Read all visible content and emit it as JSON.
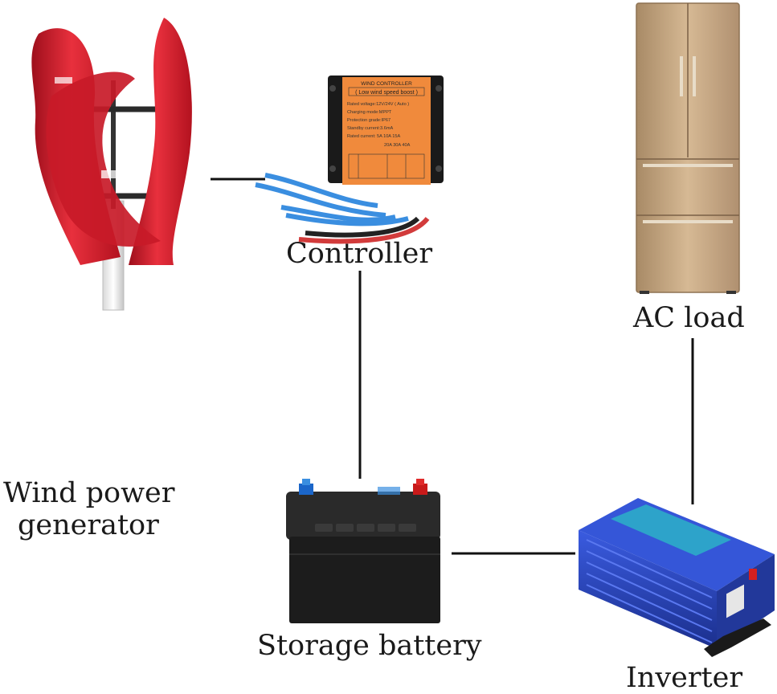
{
  "labels": {
    "controller": "Controller",
    "ac_load": "AC load",
    "wind_line1": "Wind power",
    "wind_line2": "generator",
    "battery": "Storage battery",
    "inverter": "Inverter"
  },
  "controller_panel": {
    "title": "WIND CONTROLLER",
    "subtitle": "( Low wind speed boost )",
    "specs": [
      "Rated voltage:12V/24V ( Auto )",
      "Charging mode:MPPT",
      "Protection grade:IP67",
      "Standby current:3.6mA",
      "Rated current: 5A  10A  15A",
      "20A  30A  40A"
    ]
  },
  "colors": {
    "turbine_red": "#d8202e",
    "controller_orange": "#f08a3c",
    "inverter_blue": "#2a45b8",
    "battery_black": "#1c1c1c",
    "fridge_gold": "#c8a880",
    "wire_blue": "#3a8ee0",
    "line": "#111111"
  }
}
